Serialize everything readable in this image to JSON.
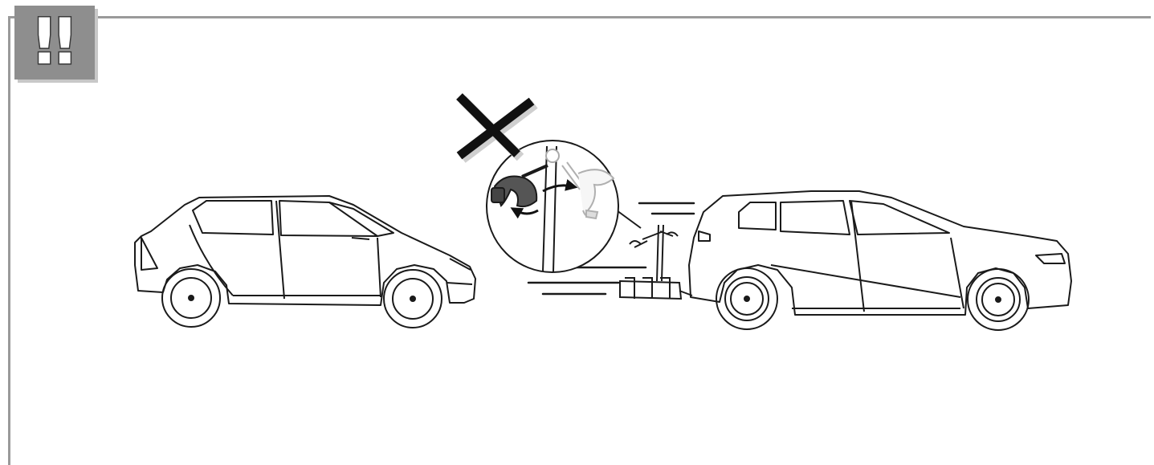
{
  "warning_badge": {
    "symbol": "!!"
  },
  "colors": {
    "frame": "#9a9a9a",
    "badge_bg": "#8e8e8e",
    "line": "#1a1a1a",
    "faded": "#b0b0b0"
  },
  "icons": [
    "warning-badge",
    "cross-mark-icon",
    "rear-end-collision-illustration",
    "bike-carrier-detail-inset"
  ]
}
